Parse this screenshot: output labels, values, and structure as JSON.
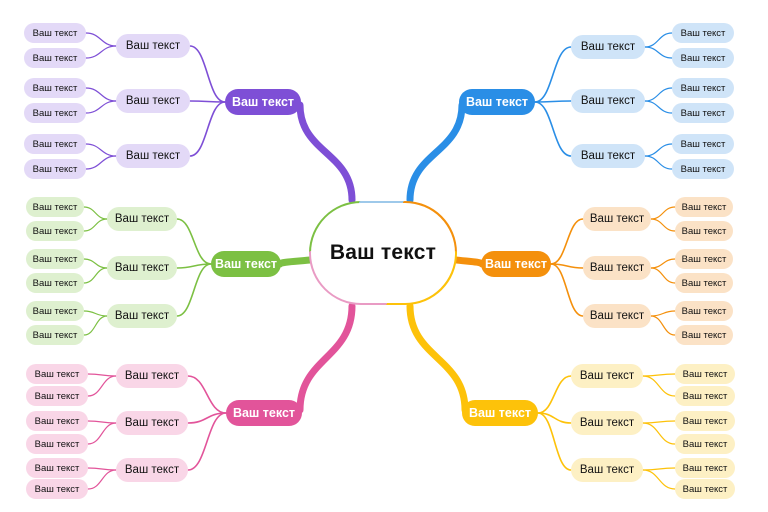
{
  "center": {
    "text": "Ваш текст"
  },
  "branches": [
    {
      "id": "purple",
      "color": "#7e4fd6",
      "light": "#e3d9f7",
      "label": "Ваш текст",
      "subs": [
        {
          "label": "Ваш текст",
          "leaves": [
            "Ваш текст",
            "Ваш текст"
          ]
        },
        {
          "label": "Ваш текст",
          "leaves": [
            "Ваш текст",
            "Ваш текст"
          ]
        },
        {
          "label": "Ваш текст",
          "leaves": [
            "Ваш текст",
            "Ваш текст"
          ]
        }
      ]
    },
    {
      "id": "green",
      "color": "#7cc043",
      "light": "#def0cf",
      "label": "Ваш текст",
      "subs": [
        {
          "label": "Ваш текст",
          "leaves": [
            "Ваш текст",
            "Ваш текст"
          ]
        },
        {
          "label": "Ваш текст",
          "leaves": [
            "Ваш текст",
            "Ваш текст"
          ]
        },
        {
          "label": "Ваш текст",
          "leaves": [
            "Ваш текст",
            "Ваш текст"
          ]
        }
      ]
    },
    {
      "id": "pink",
      "color": "#e2549a",
      "light": "#f9d6e7",
      "label": "Ваш текст",
      "subs": [
        {
          "label": "Ваш текст",
          "leaves": [
            "Ваш текст",
            "Ваш текст"
          ]
        },
        {
          "label": "Ваш текст",
          "leaves": [
            "Ваш текст",
            "Ваш текст"
          ]
        },
        {
          "label": "Ваш текст",
          "leaves": [
            "Ваш текст",
            "Ваш текст"
          ]
        }
      ]
    },
    {
      "id": "blue",
      "color": "#2a8ee6",
      "light": "#cfe4f8",
      "label": "Ваш текст",
      "subs": [
        {
          "label": "Ваш текст",
          "leaves": [
            "Ваш текст",
            "Ваш текст"
          ]
        },
        {
          "label": "Ваш текст",
          "leaves": [
            "Ваш текст",
            "Ваш текст"
          ]
        },
        {
          "label": "Ваш текст",
          "leaves": [
            "Ваш текст",
            "Ваш текст"
          ]
        }
      ]
    },
    {
      "id": "orange",
      "color": "#f4900c",
      "light": "#fbe2c6",
      "label": "Ваш текст",
      "subs": [
        {
          "label": "Ваш текст",
          "leaves": [
            "Ваш текст",
            "Ваш текст"
          ]
        },
        {
          "label": "Ваш текст",
          "leaves": [
            "Ваш текст",
            "Ваш текст"
          ]
        },
        {
          "label": "Ваш текст",
          "leaves": [
            "Ваш текст",
            "Ваш текст"
          ]
        }
      ]
    },
    {
      "id": "yellow",
      "color": "#fdc20a",
      "light": "#fdf0c4",
      "label": "Ваш текст",
      "subs": [
        {
          "label": "Ваш текст",
          "leaves": [
            "Ваш текст",
            "Ваш текст"
          ]
        },
        {
          "label": "Ваш текст",
          "leaves": [
            "Ваш текст",
            "Ваш текст"
          ]
        },
        {
          "label": "Ваш текст",
          "leaves": [
            "Ваш текст",
            "Ваш текст"
          ]
        }
      ]
    }
  ]
}
